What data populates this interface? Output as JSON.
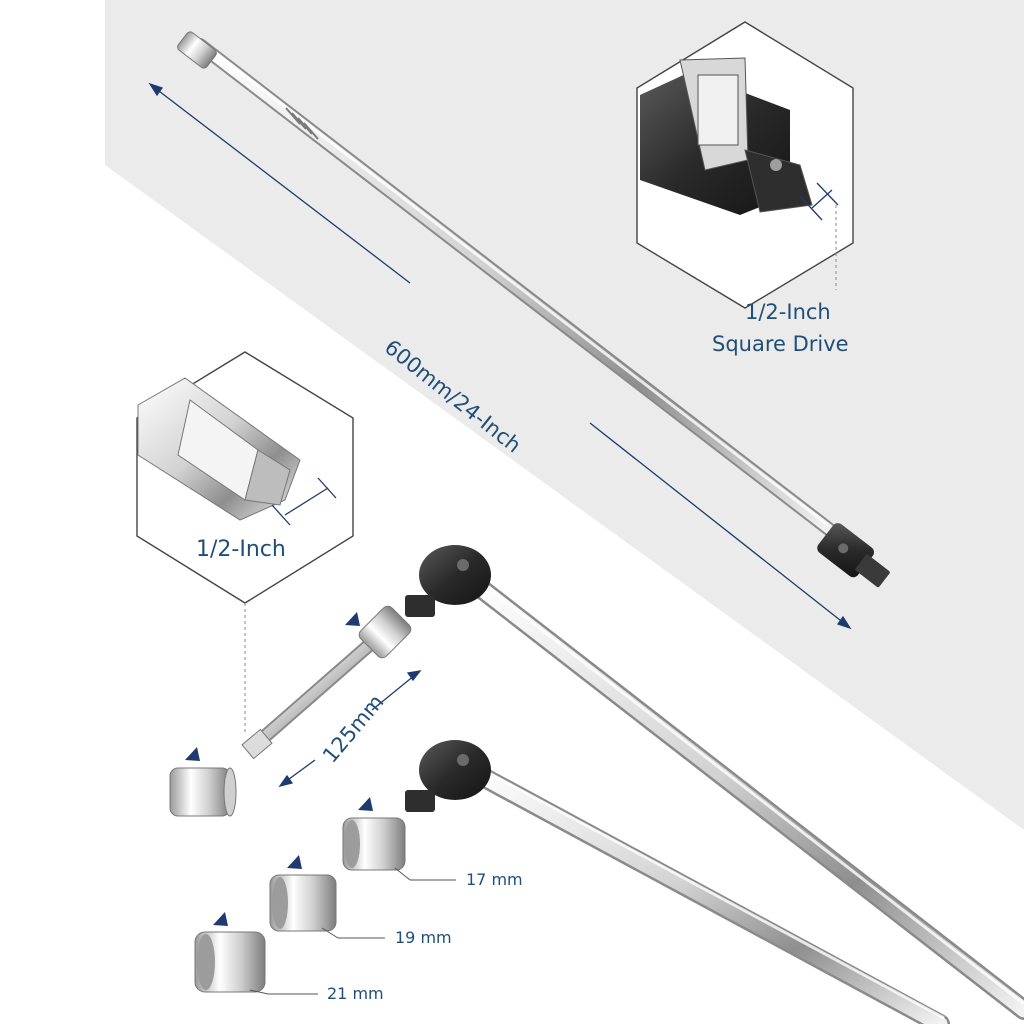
{
  "product": {
    "overall_length_label": "600mm/24-Inch",
    "square_drive_label_line1": "1/2-Inch",
    "square_drive_label_line2": "Square Drive",
    "drive_end_label": "1/2-Inch",
    "extension_length_label": "125mm",
    "sockets": [
      {
        "size_label": "17 mm"
      },
      {
        "size_label": "19 mm"
      },
      {
        "size_label": "21 mm"
      }
    ]
  },
  "colors": {
    "background_band": "#ebebeb",
    "label_text": "#1f4e79",
    "arrow_accent": "#1e3a6e",
    "steel": "#d9d9d9",
    "dark_head": "#2b2b2b"
  }
}
